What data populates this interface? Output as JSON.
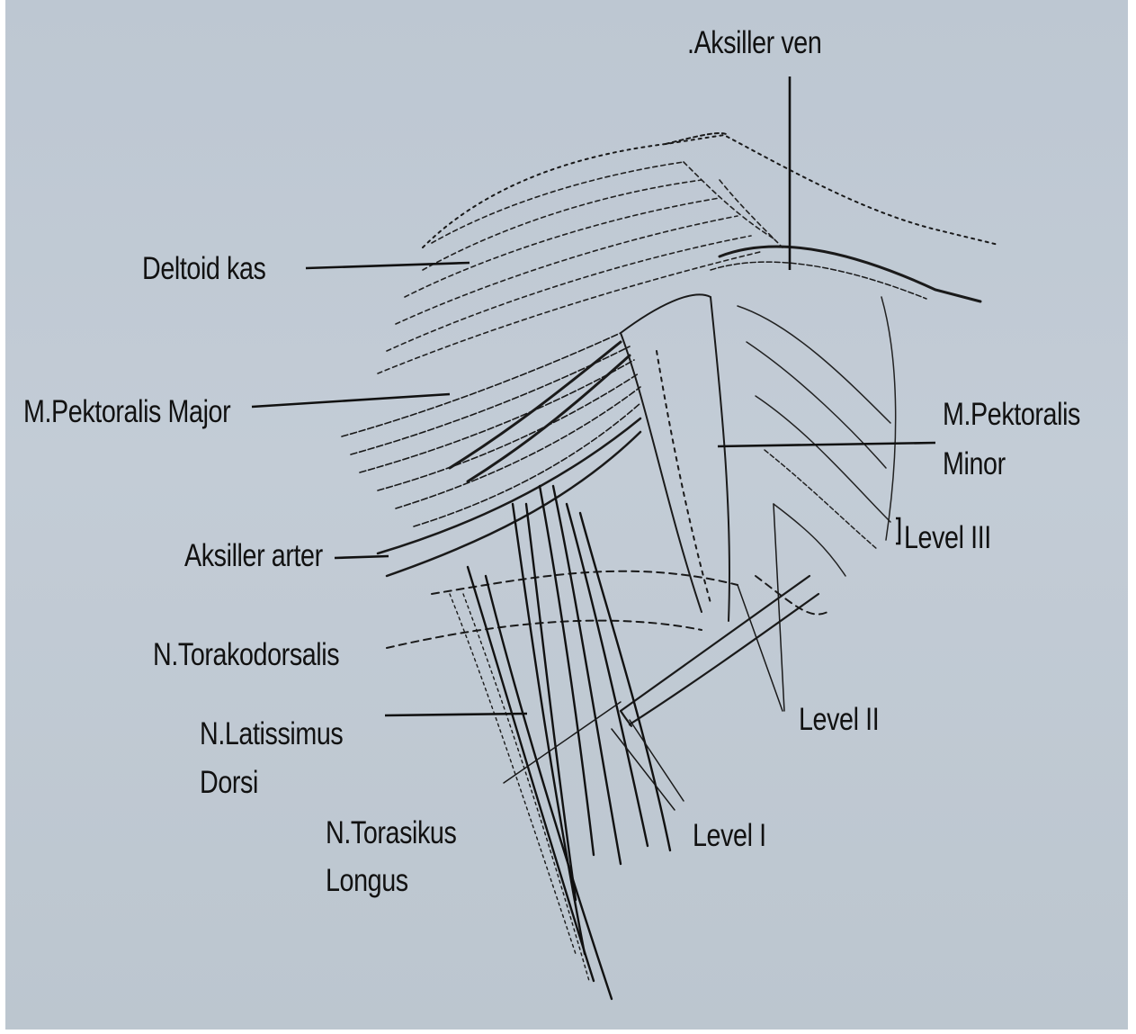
{
  "figure": {
    "background_color": "#c1cad4",
    "ink_color": "#111111",
    "subject": "anatomical line drawing of the axilla",
    "labels": {
      "aksiller_ven": ".Aksiller ven",
      "deltoid": "Deltoid kas",
      "pek_major": "M.Pektoralis Major",
      "pek_minor_1": "M.Pektoralis",
      "pek_minor_2": "Minor",
      "level3": "Level III",
      "aks_arter": "Aksiller arter",
      "torakodorsalis": "N.Torakodorsalis",
      "latissimus_1": "N.Latissimus",
      "latissimus_2": "Dorsi",
      "level2": "Level II",
      "torasikus_1": "N.Torasikus",
      "torasikus_2": "Longus",
      "level1": "Level I"
    }
  }
}
